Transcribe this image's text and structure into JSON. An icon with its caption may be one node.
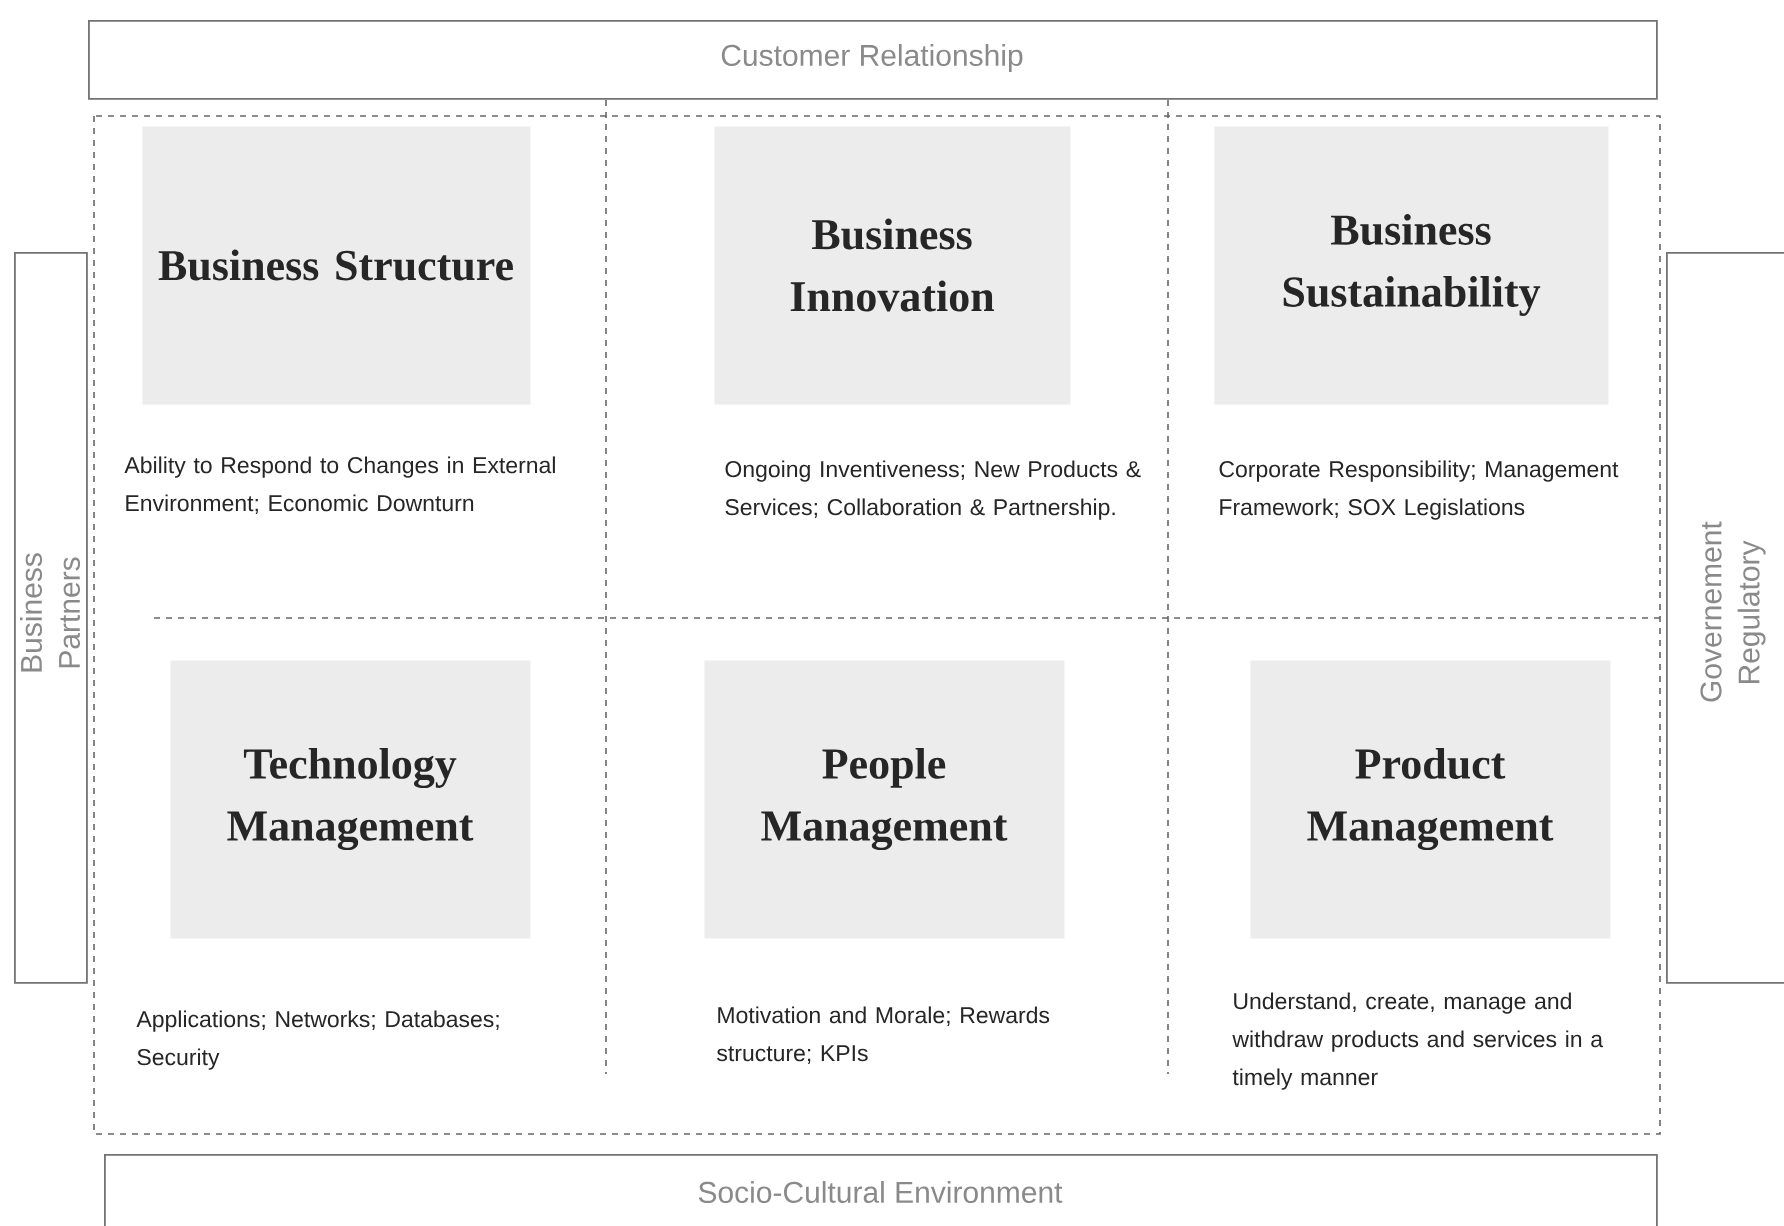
{
  "diagram": {
    "nodes": [
      {
        "text": [
          "Customer Relationship"
        ]
      },
      {
        "text": [
          "Business Partners"
        ]
      },
      {
        "text": [
          "Governement Regulatory"
        ]
      },
      {
        "text": [
          "Business Structure"
        ],
        "beside": [
          "Ability to Respond to Changes in External Environment; Economic Downturn"
        ]
      },
      {
        "text": [
          "Business Innovation"
        ],
        "beside": [
          "Ongoing Inventiveness; New Products & Services; Collaboration & Partnership."
        ]
      },
      {
        "text": [
          "Business Sustainability"
        ],
        "beside": [
          "Corporate Responsibility; Management Framework; SOX Legislations"
        ]
      },
      {
        "text": [
          "Technology Management"
        ],
        "beside": [
          "Applications; Networks; Databases; Security"
        ]
      },
      {
        "text": [
          "People Management"
        ],
        "beside": [
          "Motivation and Morale; Rewards structure; KPIs"
        ]
      },
      {
        "text": [
          "Product Management"
        ],
        "beside": [
          "Understand, create, manage and withdraw products and services in a timely manner"
        ]
      },
      {
        "text": [
          "Socio-Cultural Environment"
        ]
      }
    ]
  }
}
